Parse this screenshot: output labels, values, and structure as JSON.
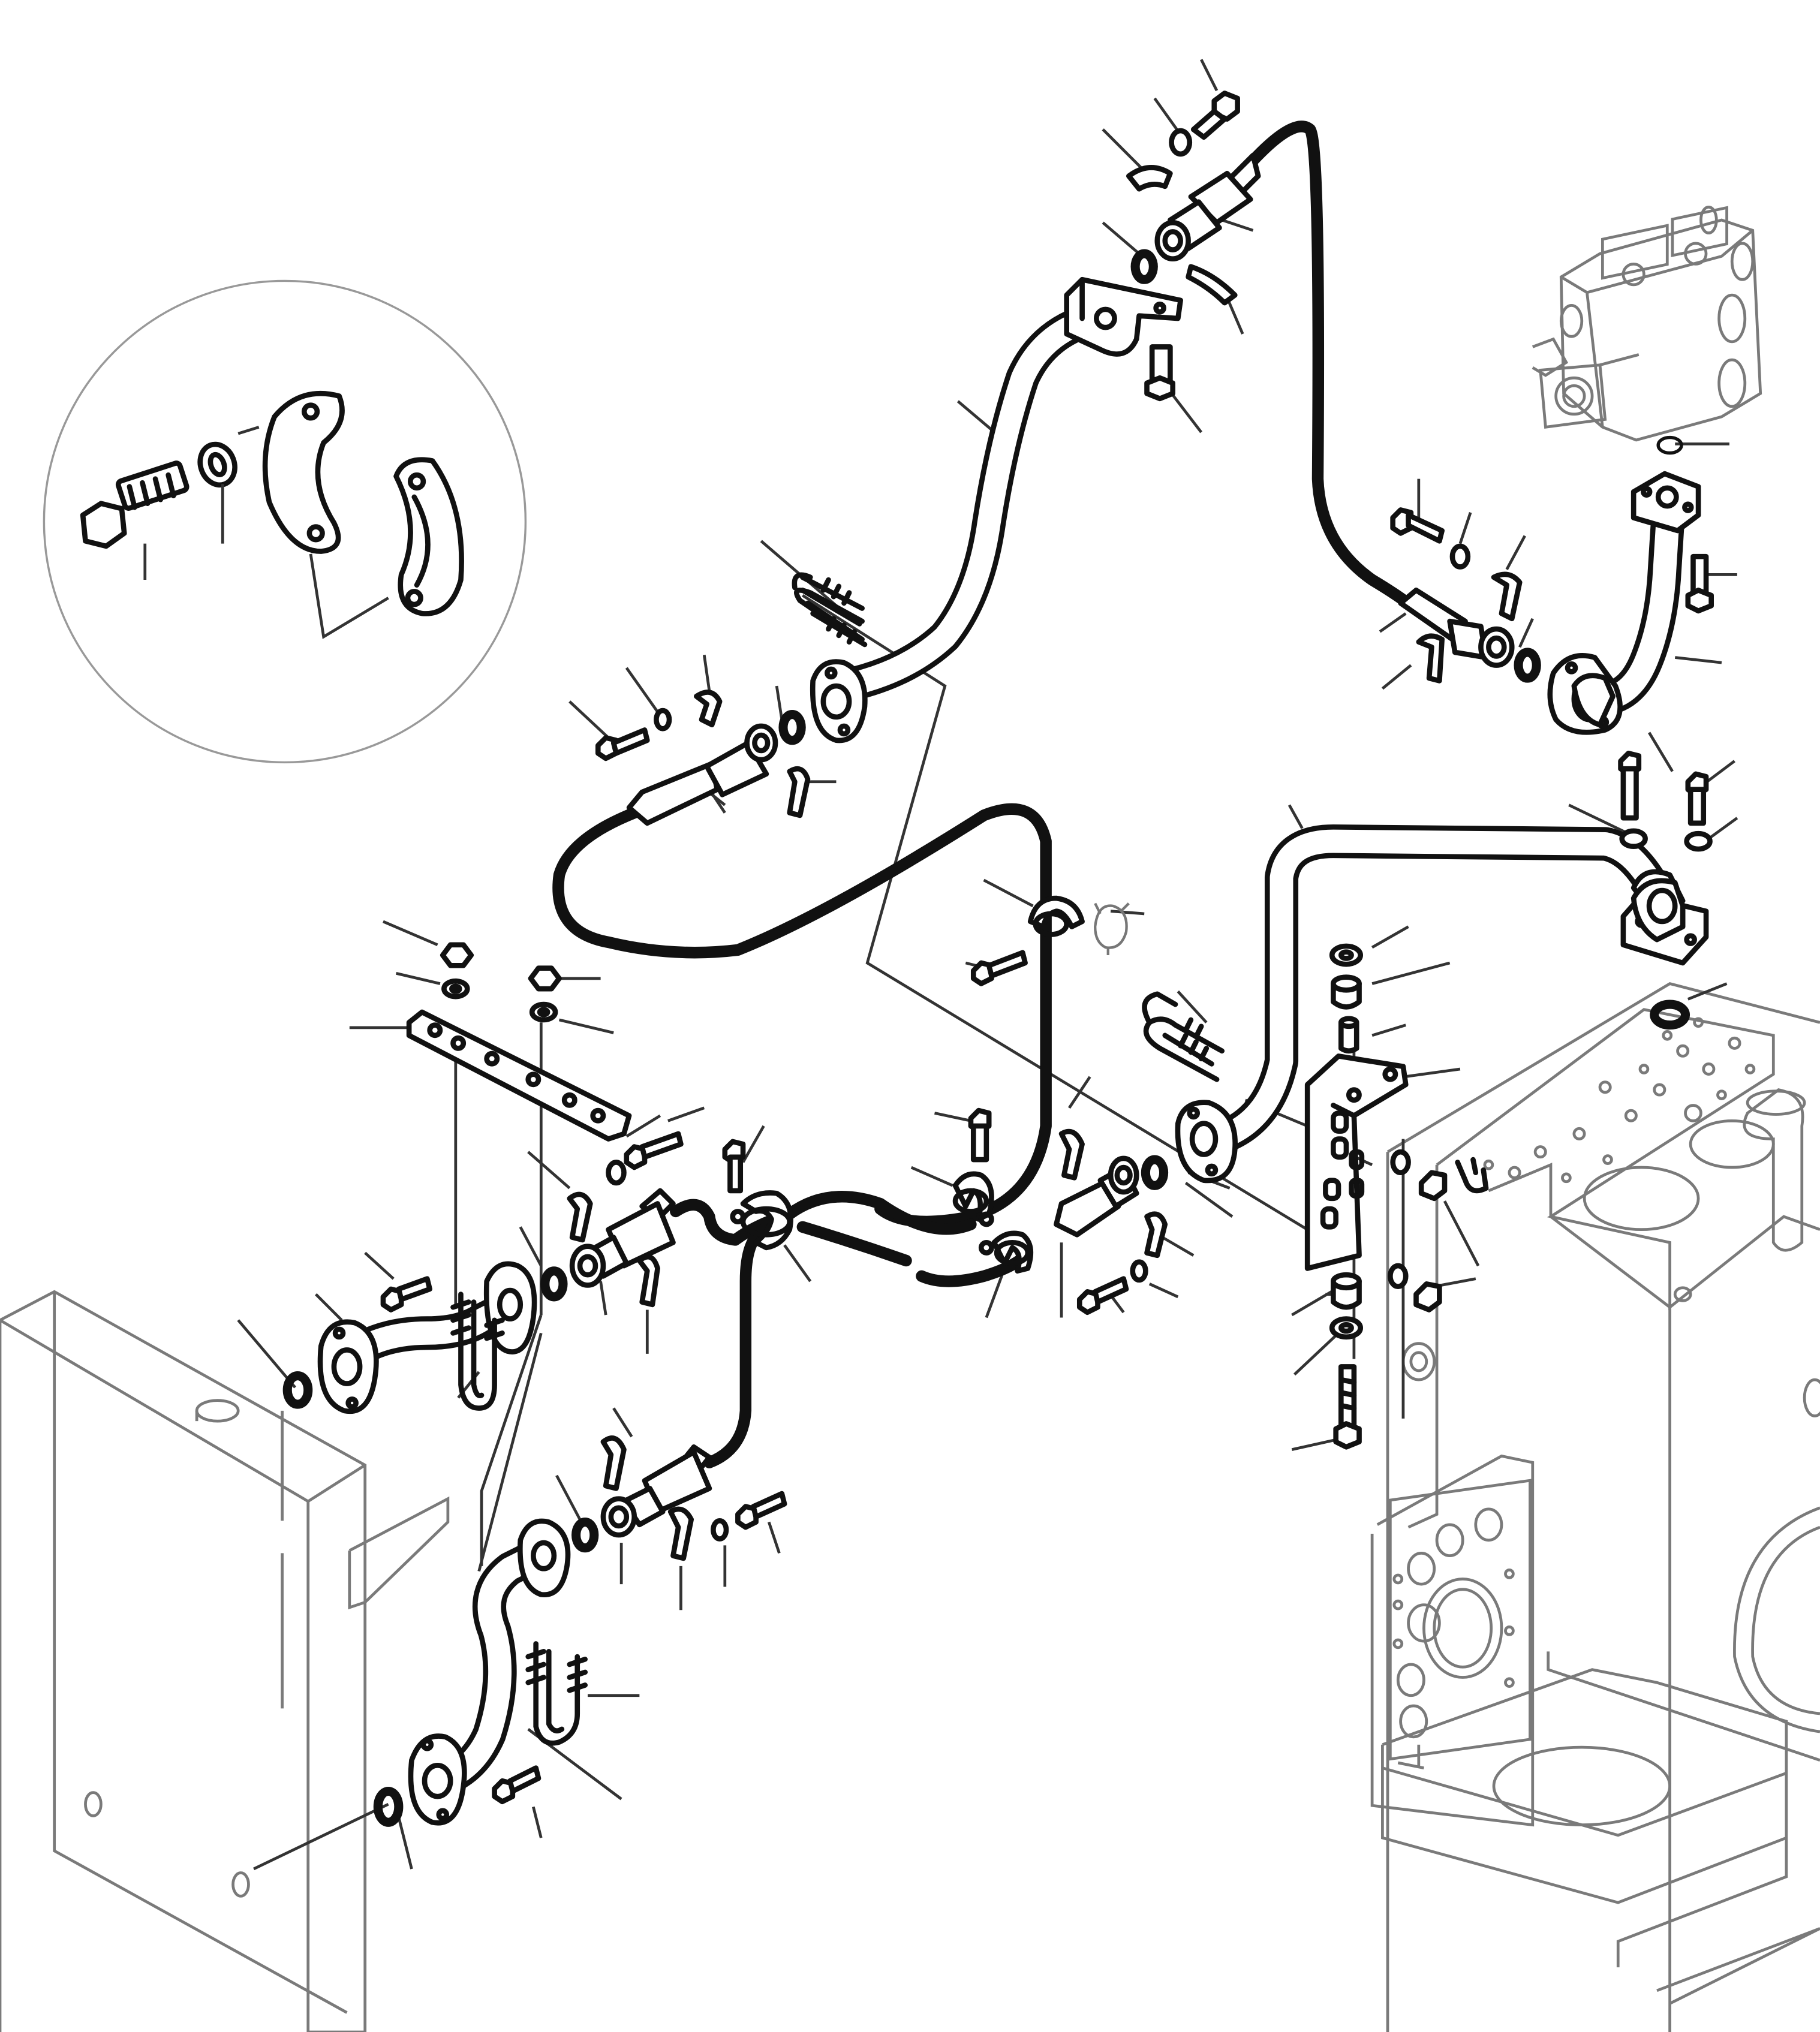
{
  "diagram": {
    "type": "exploded-parts-view",
    "callout_numbers_visible": false,
    "line_color": "#111111",
    "background": "#ffffff",
    "detail_inset": {
      "parts": [
        "bolt",
        "lock-washer",
        "split-flange-half",
        "split-flange-half"
      ]
    }
  }
}
